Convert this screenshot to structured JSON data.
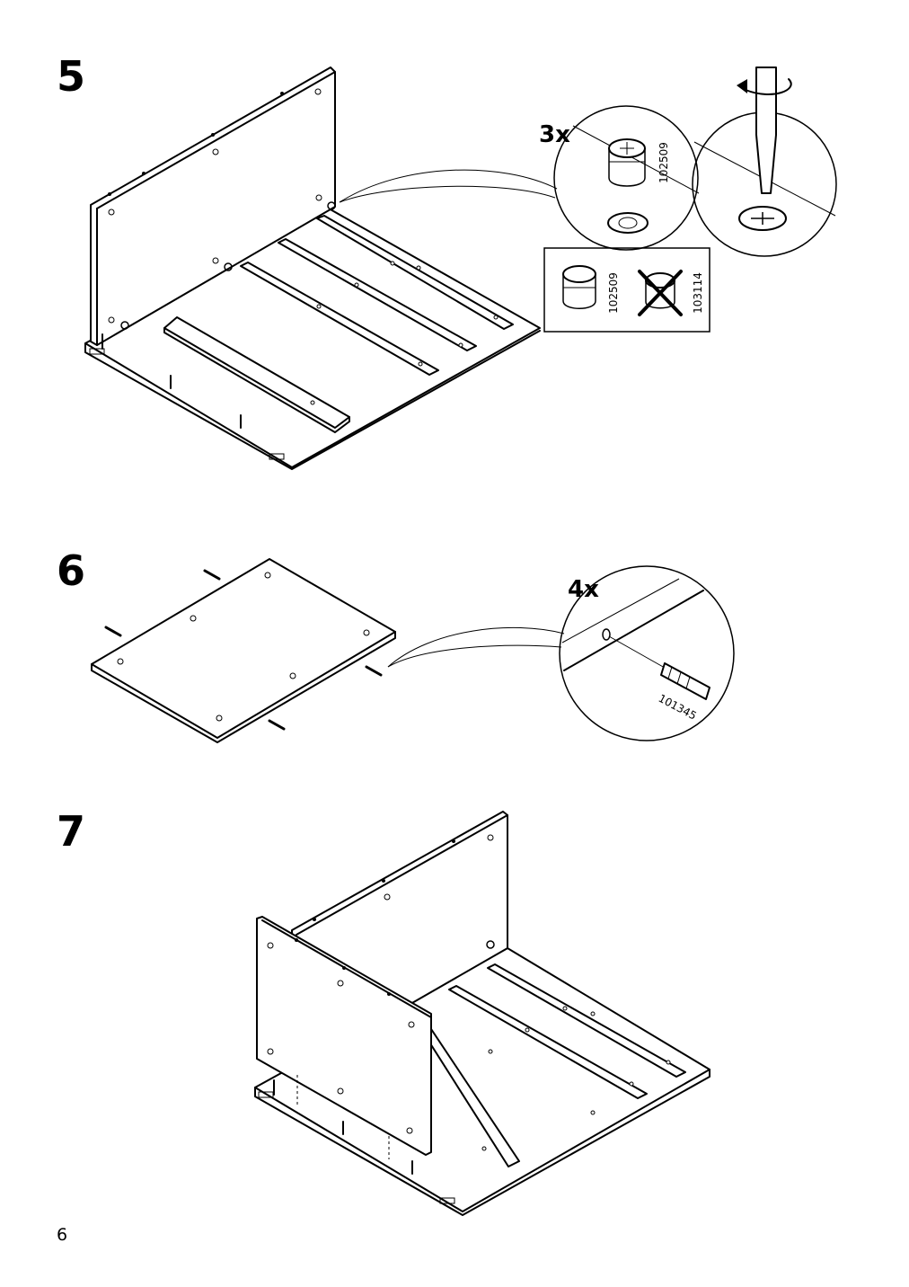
{
  "steps": [
    {
      "number": "5",
      "quantity": "3x",
      "parts": {
        "cam_lock": "102509",
        "wrong_cam_lock": "103114"
      }
    },
    {
      "number": "6",
      "quantity": "4x",
      "parts": {
        "dowel": "101345"
      }
    },
    {
      "number": "7"
    }
  ],
  "page_number": "6"
}
